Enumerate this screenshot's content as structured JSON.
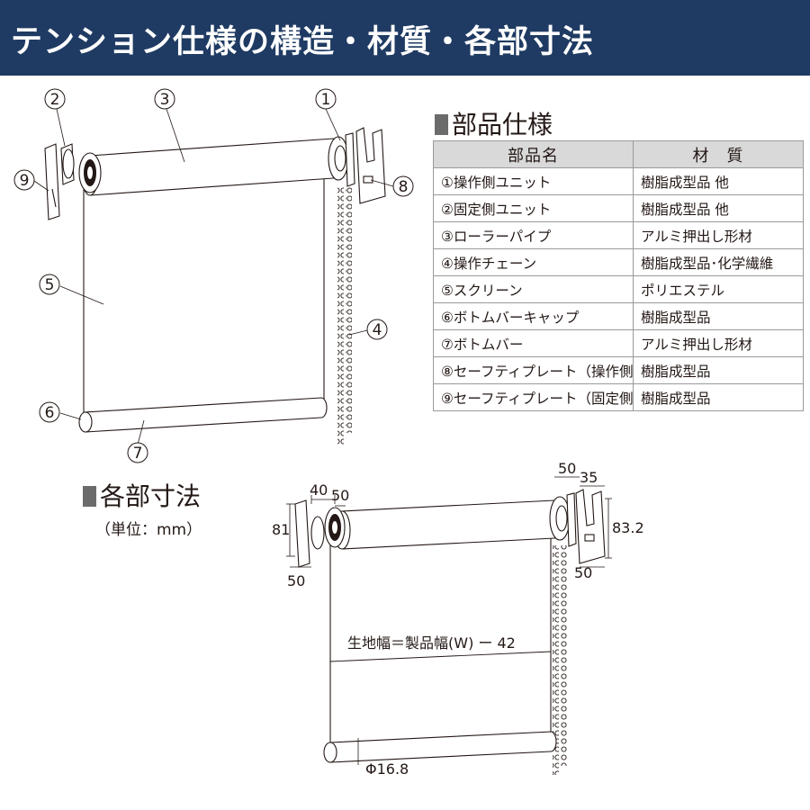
{
  "header": {
    "title": "テンション仕様の構造・材質・各部寸法"
  },
  "parts": {
    "title": "部品仕様",
    "columns": [
      "部品名",
      "材　質"
    ],
    "rows": [
      {
        "name": "①操作側ユニット",
        "material": "樹脂成型品 他"
      },
      {
        "name": "②固定側ユニット",
        "material": "樹脂成型品 他"
      },
      {
        "name": "③ローラーパイプ",
        "material": "アルミ押出し形材"
      },
      {
        "name": "④操作チェーン",
        "material": "樹脂成型品･化学繊維"
      },
      {
        "name": "⑤スクリーン",
        "material": "ポリエステル"
      },
      {
        "name": "⑥ボトムバーキャップ",
        "material": "樹脂成型品"
      },
      {
        "name": "⑦ボトムバー",
        "material": "アルミ押出し形材"
      },
      {
        "name": "⑧セーフティプレート（操作側）",
        "material": "樹脂成型品"
      },
      {
        "name": "⑨セーフティプレート（固定側）",
        "material": "樹脂成型品"
      }
    ]
  },
  "structure": {
    "callouts": {
      "c1": "1",
      "c2": "2",
      "c3": "3",
      "c4": "4",
      "c5": "5",
      "c6": "6",
      "c7": "7",
      "c8": "8",
      "c9": "9"
    }
  },
  "dimensions": {
    "title": "各部寸法",
    "unit_note": "（単位：mm）",
    "labels": {
      "d40": "40",
      "d50a": "50",
      "d81": "81",
      "d50b": "50",
      "d50c": "50",
      "d35": "35",
      "d83_2": "83.2",
      "d50d": "50",
      "screen_width": "生地幅＝製品幅(W) ー 42",
      "bar_diameter": "Φ16.8"
    }
  }
}
